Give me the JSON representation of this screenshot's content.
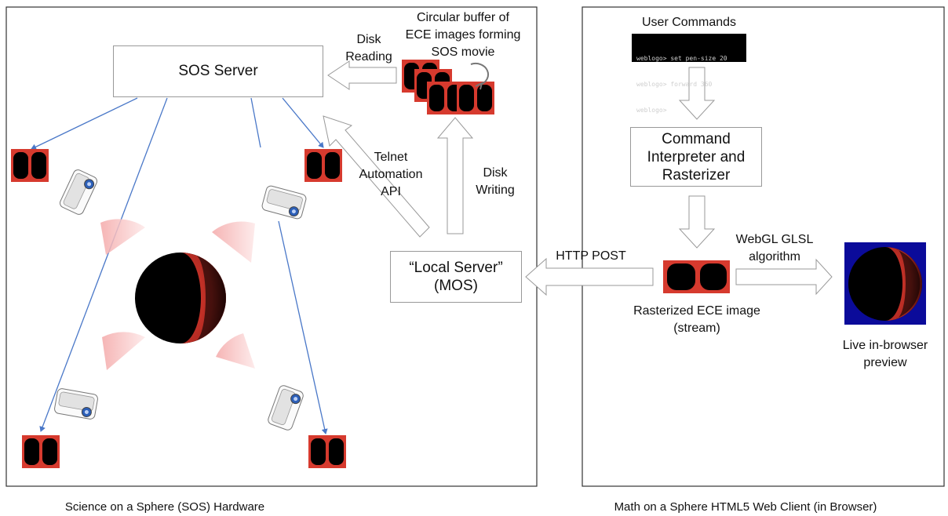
{
  "left_panel": {
    "caption": "Science on a Sphere (SOS) Hardware",
    "sos_server": "SOS Server",
    "local_server_line1": "“Local Server”",
    "local_server_line2": "(MOS)",
    "disk_reading_line1": "Disk",
    "disk_reading_line2": "Reading",
    "buffer_line1": "Circular buffer of",
    "buffer_line2": "ECE images forming",
    "buffer_line3": "SOS movie",
    "telnet_line1": "Telnet",
    "telnet_line2": "Automation",
    "telnet_line3": "API",
    "disk_writing_line1": "Disk",
    "disk_writing_line2": "Writing"
  },
  "right_panel": {
    "caption": "Math on a Sphere HTML5 Web Client (in Browser)",
    "user_commands": "User Commands",
    "terminal_line1": "weblogo> set pen-size 20",
    "terminal_line2": "weblogo> forward 360",
    "terminal_line3": "weblogo>",
    "interpreter_line1": "Command",
    "interpreter_line2": "Interpreter and",
    "interpreter_line3": "Rasterizer",
    "webgl_line1": "WebGL GLSL",
    "webgl_line2": "algorithm",
    "rasterized_line1": "Rasterized ECE image",
    "rasterized_line2": "(stream)",
    "preview_line1": "Live in-browser",
    "preview_line2": "preview"
  },
  "http_post": "HTTP POST",
  "colors": {
    "ece_red": "#d63a2e",
    "sphere_black": "#000000",
    "preview_blue": "#0b0b9a",
    "connector_blue": "#4a78c8",
    "panel_border": "#333333",
    "hollow_arrow_border": "#999999"
  },
  "icons": [
    "ece-image-icon",
    "projector-icon",
    "sphere-icon",
    "circular-arrow-icon",
    "terminal-icon"
  ]
}
